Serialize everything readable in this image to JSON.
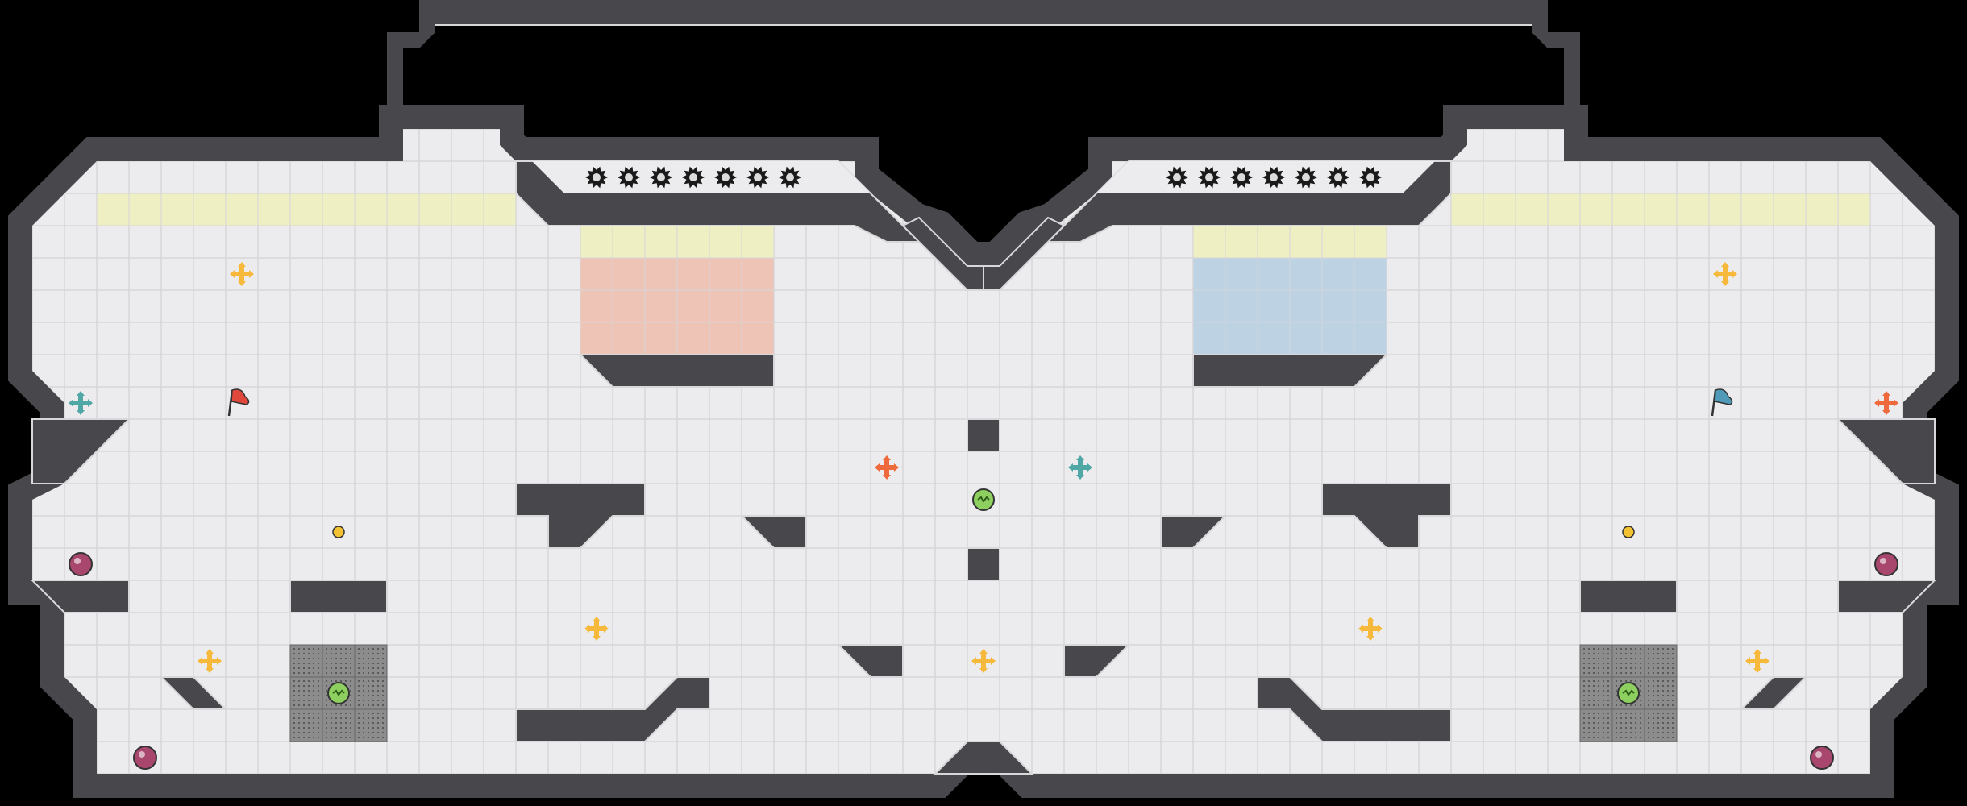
{
  "map": {
    "colors": {
      "background": "#000000",
      "floor": "#ECECEE",
      "grid_line": "#D6D6DA",
      "wall_fill": "#48484C",
      "wall_edge": "#D8D8DA",
      "tile_yellow": "#EEEFC3",
      "tile_red": "#EDC4B6",
      "tile_blue": "#BDD3E4",
      "tile_speckle": "#8C8C8C",
      "red_team": "#E0483C",
      "blue_team": "#4F9AB8",
      "powerup_yellow": "#F6B93B",
      "powerup_orange": "#EE6A3C",
      "powerup_teal": "#4FA8A6",
      "bomb": "#A8466E",
      "boost": "#8DD060",
      "spike": "#1A1A1A"
    },
    "team_flags": [
      {
        "team": "red",
        "icon": "red-flag-icon"
      },
      {
        "team": "blue",
        "icon": "blue-flag-icon"
      }
    ],
    "powerups": [
      {
        "kind": "yellow",
        "icon": "powerup-yellow-icon"
      },
      {
        "kind": "orange",
        "icon": "powerup-orange-icon"
      },
      {
        "kind": "teal",
        "icon": "powerup-teal-icon"
      }
    ],
    "items": {
      "bomb_icon": "bomb-icon",
      "boost_icon": "boost-icon",
      "spike_icon": "spike-icon",
      "ball_icon": "ball-icon"
    }
  }
}
